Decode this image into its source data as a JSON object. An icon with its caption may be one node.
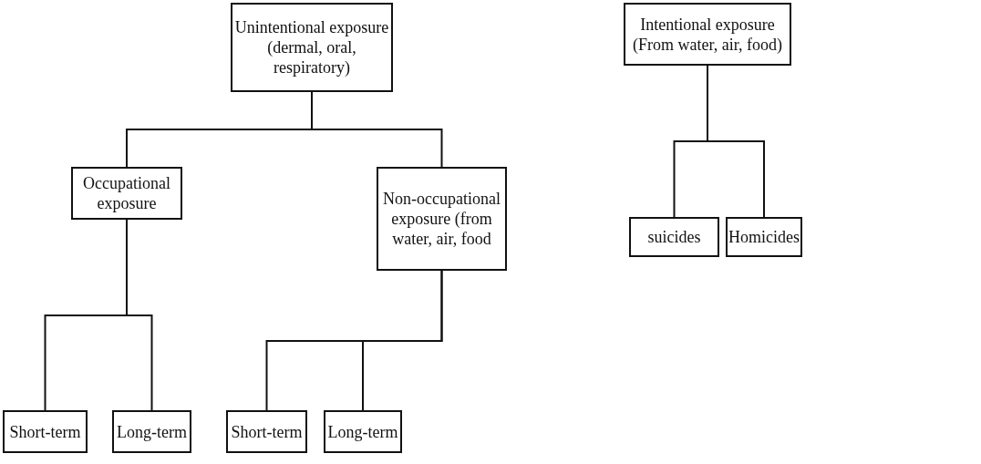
{
  "diagram": {
    "nodes": [
      {
        "text": [
          "Unintentional exposure (dermal, oral, respiratory)"
        ]
      },
      {
        "text": [
          "Intentional exposure (From water, air, food)"
        ]
      },
      {
        "text": [
          "Occupational exposure"
        ]
      },
      {
        "text": [
          "Non-occupational exposure (from water, air, food"
        ]
      },
      {
        "text": [
          "suicides"
        ]
      },
      {
        "text": [
          "Homicides"
        ]
      },
      {
        "text": [
          "Short-term"
        ]
      },
      {
        "text": [
          "Long-term"
        ]
      },
      {
        "text": [
          "Short-term"
        ]
      },
      {
        "text": [
          "Long-term"
        ]
      }
    ],
    "edges": [
      {
        "from": 0,
        "to": 2,
        "arrow": "none"
      },
      {
        "from": 0,
        "to": 3,
        "arrow": "none"
      },
      {
        "from": 1,
        "to": 4,
        "arrow": "none"
      },
      {
        "from": 1,
        "to": 5,
        "arrow": "none"
      },
      {
        "from": 2,
        "to": 6,
        "arrow": "none"
      },
      {
        "from": 2,
        "to": 7,
        "arrow": "none"
      },
      {
        "from": 3,
        "to": 8,
        "arrow": "none"
      },
      {
        "from": 3,
        "to": 9,
        "arrow": "none"
      }
    ]
  }
}
